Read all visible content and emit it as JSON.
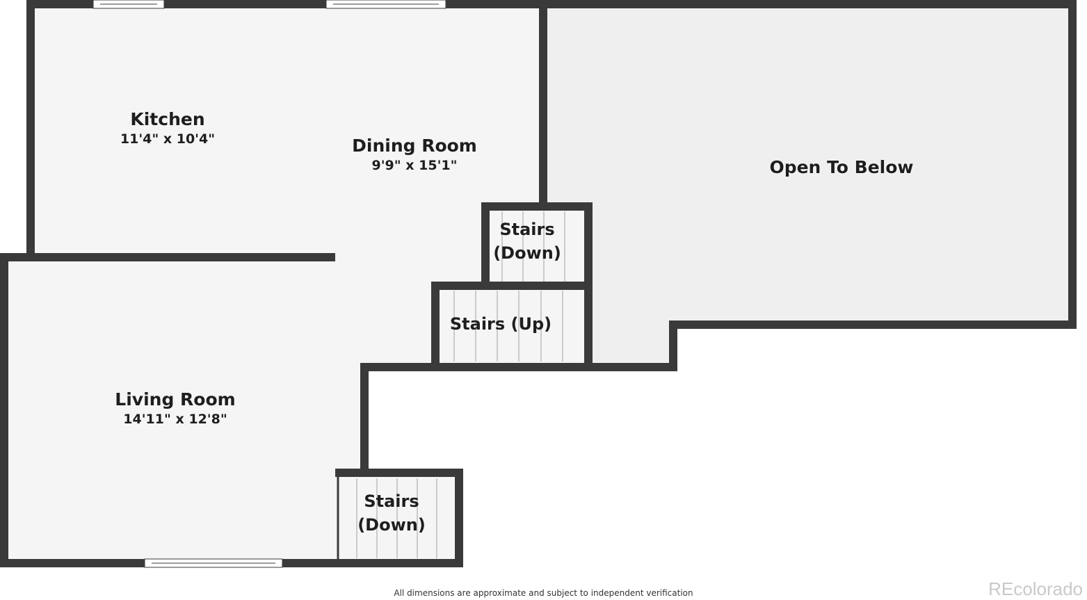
{
  "rooms": {
    "kitchen": {
      "name": "Kitchen",
      "dims": "11'4\" x 10'4\""
    },
    "dining": {
      "name": "Dining Room",
      "dims": "9'9\" x 15'1\""
    },
    "living": {
      "name": "Living Room",
      "dims": "14'11\" x 12'8\""
    },
    "open": {
      "name": "Open To Below"
    },
    "stairs_down_upper": {
      "line1": "Stairs",
      "line2": "(Down)"
    },
    "stairs_up": {
      "name": "Stairs (Up)"
    },
    "stairs_down_lower": {
      "line1": "Stairs",
      "line2": "(Down)"
    }
  },
  "footer": {
    "disclaimer": "All dimensions are approximate and subject to independent verification"
  },
  "watermark": {
    "text": "REcolorado"
  },
  "colors": {
    "wall": "#3a3a3a",
    "floor": "#f5f5f5",
    "open_floor": "#efefef",
    "stair_line": "#bdbdbd"
  }
}
